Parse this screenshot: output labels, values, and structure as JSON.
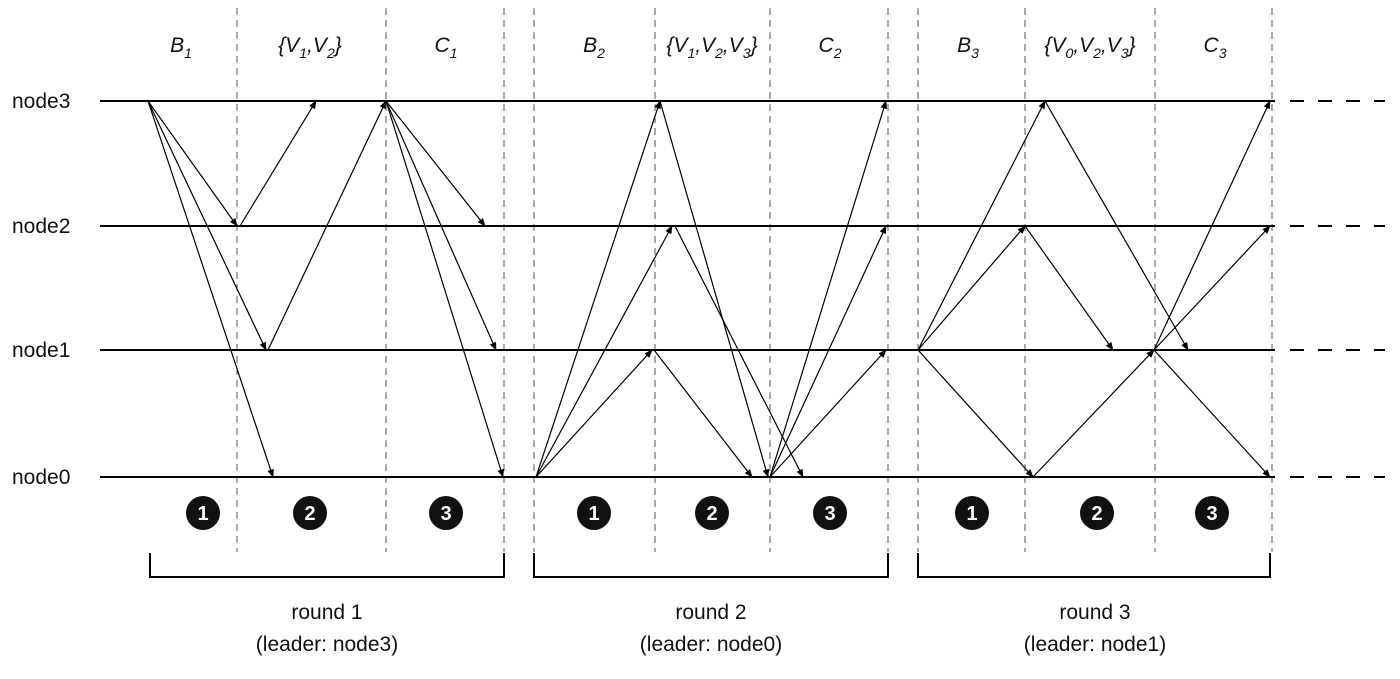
{
  "nodes": [
    "node3",
    "node2",
    "node1",
    "node0"
  ],
  "phases": [
    {
      "base": "B",
      "sub": "1"
    },
    {
      "set": [
        {
          "base": "V",
          "sub": "1"
        },
        {
          "base": "V",
          "sub": "2"
        }
      ]
    },
    {
      "base": "C",
      "sub": "1"
    },
    {
      "base": "B",
      "sub": "2"
    },
    {
      "set": [
        {
          "base": "V",
          "sub": "1"
        },
        {
          "base": "V",
          "sub": "2"
        },
        {
          "base": "V",
          "sub": "3"
        }
      ]
    },
    {
      "base": "C",
      "sub": "2"
    },
    {
      "base": "B",
      "sub": "3"
    },
    {
      "set": [
        {
          "base": "V",
          "sub": "0"
        },
        {
          "base": "V",
          "sub": "2"
        },
        {
          "base": "V",
          "sub": "3"
        }
      ]
    },
    {
      "base": "C",
      "sub": "3"
    }
  ],
  "steps": [
    "1",
    "2",
    "3",
    "1",
    "2",
    "3",
    "1",
    "2",
    "3"
  ],
  "rounds": [
    {
      "title": "round 1",
      "leader": "(leader: node3)"
    },
    {
      "title": "round 2",
      "leader": "(leader: node0)"
    },
    {
      "title": "round 3",
      "leader": "(leader: node1)"
    }
  ],
  "messages": [
    {
      "from": "node3",
      "to": "node2",
      "round": 1,
      "step": "B"
    },
    {
      "from": "node3",
      "to": "node1",
      "round": 1,
      "step": "B"
    },
    {
      "from": "node3",
      "to": "node0",
      "round": 1,
      "step": "B"
    },
    {
      "from": "node2",
      "to": "node3",
      "round": 1,
      "step": "V"
    },
    {
      "from": "node1",
      "to": "node3",
      "round": 1,
      "step": "V"
    },
    {
      "from": "node3",
      "to": "node2",
      "round": 1,
      "step": "C"
    },
    {
      "from": "node3",
      "to": "node1",
      "round": 1,
      "step": "C"
    },
    {
      "from": "node3",
      "to": "node0",
      "round": 1,
      "step": "C"
    },
    {
      "from": "node0",
      "to": "node3",
      "round": 2,
      "step": "B"
    },
    {
      "from": "node0",
      "to": "node2",
      "round": 2,
      "step": "B"
    },
    {
      "from": "node0",
      "to": "node1",
      "round": 2,
      "step": "B"
    },
    {
      "from": "node3",
      "to": "node0",
      "round": 2,
      "step": "V"
    },
    {
      "from": "node2",
      "to": "node0",
      "round": 2,
      "step": "V"
    },
    {
      "from": "node1",
      "to": "node0",
      "round": 2,
      "step": "V"
    },
    {
      "from": "node0",
      "to": "node3",
      "round": 2,
      "step": "C"
    },
    {
      "from": "node0",
      "to": "node2",
      "round": 2,
      "step": "C"
    },
    {
      "from": "node0",
      "to": "node1",
      "round": 2,
      "step": "C"
    },
    {
      "from": "node1",
      "to": "node3",
      "round": 3,
      "step": "B"
    },
    {
      "from": "node1",
      "to": "node2",
      "round": 3,
      "step": "B"
    },
    {
      "from": "node1",
      "to": "node0",
      "round": 3,
      "step": "B"
    },
    {
      "from": "node3",
      "to": "node1",
      "round": 3,
      "step": "V"
    },
    {
      "from": "node2",
      "to": "node1",
      "round": 3,
      "step": "V"
    },
    {
      "from": "node0",
      "to": "node1",
      "round": 3,
      "step": "V"
    },
    {
      "from": "node1",
      "to": "node3",
      "round": 3,
      "step": "C"
    },
    {
      "from": "node1",
      "to": "node2",
      "round": 3,
      "step": "C"
    },
    {
      "from": "node1",
      "to": "node0",
      "round": 3,
      "step": "C"
    }
  ]
}
